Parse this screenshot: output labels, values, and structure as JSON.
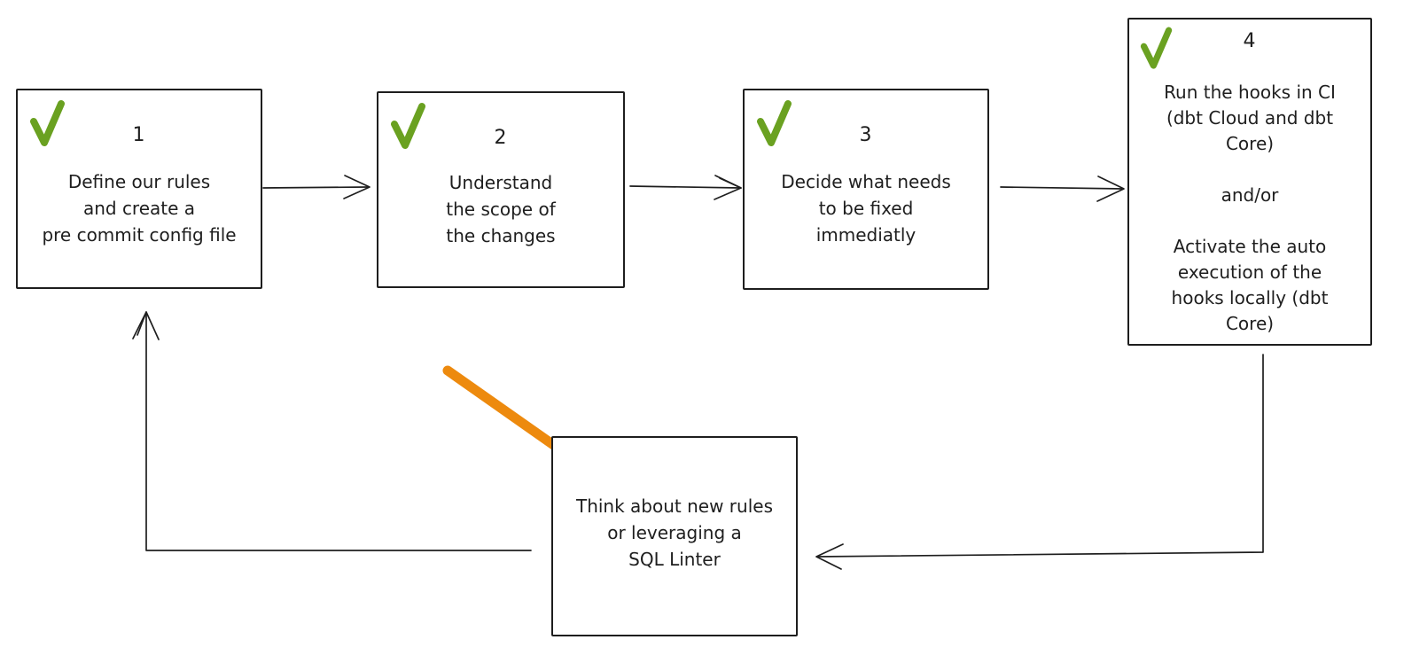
{
  "canvas": {
    "background": "#ffffff",
    "ink_color": "#1e1e1e",
    "check_color": "#6aa121",
    "highlight_arrow_color": "#ed8a0e"
  },
  "steps": [
    {
      "number": "1",
      "checked": true,
      "text": "Define our rules\nand create a\npre commit config file"
    },
    {
      "number": "2",
      "checked": true,
      "text": "Understand\nthe scope of\nthe changes"
    },
    {
      "number": "3",
      "checked": true,
      "text": "Decide what needs\nto be fixed\nimmediatly"
    },
    {
      "number": "4",
      "checked": true,
      "text": "Run the hooks in CI\n(dbt Cloud and dbt\nCore)\n\nand/or\n\nActivate the auto\nexecution of the\nhooks locally (dbt\nCore)"
    }
  ],
  "note": {
    "text": "Think about new rules\nor leveraging a\nSQL Linter"
  },
  "icons": {
    "checkmark": "checkmark-icon",
    "flow_arrow": "arrow-icon",
    "highlight_arrow": "orange-arrow-icon"
  }
}
